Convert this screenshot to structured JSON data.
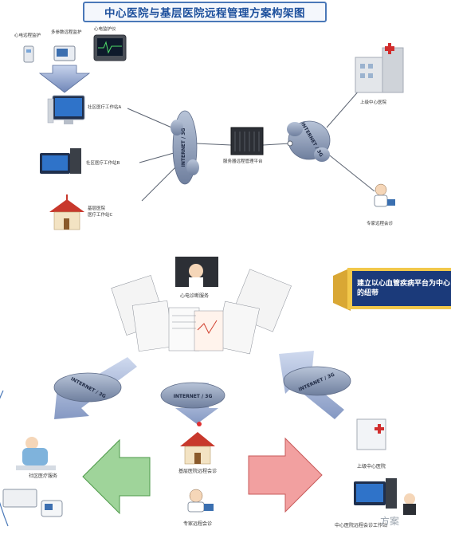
{
  "title": "中心医院与基层医院远程管理方案构架图",
  "top": {
    "devices": [
      {
        "label": "心电远程监护",
        "icon": "ecg-monitor-icon"
      },
      {
        "label": "多参数远程监护",
        "icon": "multi-param-monitor-icon"
      },
      {
        "label": "心电监护仪",
        "icon": "patient-monitor-icon"
      }
    ],
    "workstations": [
      {
        "label": "社区医疗工作站A",
        "icon": "computer-icon"
      },
      {
        "label": "社区医疗工作站B",
        "icon": "computer-icon"
      },
      {
        "label": "基层医院\n医疗工作站C",
        "icon": "house-icon"
      }
    ],
    "cloud_left": "INTERNET / 3G",
    "cloud_right": "INTERNET / 3G",
    "server": "服务器远程管理平台",
    "hospital": "上级中心医院",
    "expert": "专家远程会诊"
  },
  "bottom": {
    "center_service": "心电诊断服务",
    "banner": "建立以心血管疾病平台为中心的纽带",
    "clouds": [
      "INTERNET / 3G",
      "INTERNET / 3G",
      "INTERNET / 3G"
    ],
    "left_group": "社区医疗服务",
    "center_house": "基层医院远程会诊",
    "center_expert": "专家远程会诊",
    "right_hospital": "上级中心医院",
    "right_computer": "中心医院远程会诊工作站",
    "watermark": "方案"
  },
  "colors": {
    "title_text": "#1c4f9c",
    "title_border": "#4a78b8",
    "cloud": "#7b8aa6",
    "arrow_left": "#9fd49a",
    "arrow_right": "#f2a0a0",
    "banner": "#1b3a7a",
    "banner_gold": "#f2c84b"
  }
}
